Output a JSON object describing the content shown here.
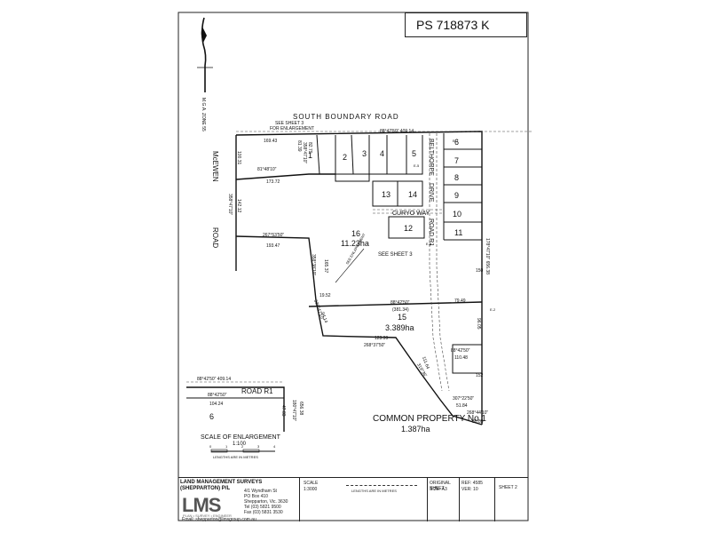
{
  "plan_number": "PS 718873 K",
  "north": {
    "mga_label": "M.G.A. ZONE 55"
  },
  "roads": {
    "south_boundary": "SOUTH      BOUNDARY      ROAD",
    "mcewen_a": "McEWEN",
    "mcewen_b": "ROAD",
    "belthorpe": "BELTHORPE",
    "drive": "DRIVE",
    "road_r1": "ROAD R1",
    "curyo_way": "CURYO WAY",
    "road_r1_enl": "ROAD R1"
  },
  "notes": {
    "see_sheet_3_enl": "SEE SHEET 3",
    "for_enlargement": "FOR ENLARGEMENT",
    "see_sheet_3": "SEE SHEET 3",
    "see_enlargement": "SEE ENLARGEMENT"
  },
  "lots": {
    "l1": "1",
    "l2": "2",
    "l3": "3",
    "l4": "4",
    "l5": "5",
    "l6": "6",
    "l7": "7",
    "l8": "8",
    "l9": "9",
    "l10": "10",
    "l11": "11",
    "l12": "12",
    "l13": "13",
    "l14": "14",
    "l15": "15",
    "l15_area": "3.389ha",
    "l16": "16",
    "l16_area": "11.23ha",
    "l6_enl": "6"
  },
  "common_property": {
    "label": "COMMON PROPERTY No.1",
    "area": "1.387ha"
  },
  "dimensions": {
    "d_top": "88°42'50\"  409.14",
    "d_16943": "169.43",
    "d_8139": "81.39",
    "d_8279": "82.79",
    "d_358": "358°47'10\"",
    "d_100": "100.31",
    "d_81": "81°48'10\"",
    "d_17372": "173.72",
    "d_358b": "358°47'10\"",
    "d_14212": "142.12",
    "d_267": "267°53'50\"",
    "d_19347": "193.47",
    "d_16537": "165.37",
    "d_358c": "358°38'10\"",
    "d_1952": "19.52",
    "d_8842": "88°42'50\"",
    "d_38134": "(381.34)",
    "d_338": "338°47'10\"",
    "d_9414": "94.14",
    "d_12399": "123.99",
    "d_268": "268°37'50\"",
    "d_8842b": "88°42'50\"",
    "d_11048": "110.48",
    "d_178": "178°47'10\"  656.38",
    "d_150": "150",
    "d_152": "152",
    "d_307": "307°22'50\"",
    "d_5184": "51.84",
    "d_26844": "268°44'10\"",
    "d_3009": "30.09",
    "d_11164": "111.64",
    "d_31936": "319°36'",
    "d_7649": "79.49",
    "d_9605": "96.05"
  },
  "easements": {
    "e1": "E-1",
    "e2": "E-2",
    "e3": "E-3",
    "e5": "E-5"
  },
  "enlargement": {
    "top_dim": "88°42'50\"  409.14",
    "bottom_dim": "88°42'50\"",
    "d_10424": "104.24",
    "d_180": "180°47'10\"",
    "d_656": "656.38",
    "d_4783": "47.83"
  },
  "scale_bar": {
    "title": "SCALE OF ENLARGEMENT",
    "ratio": "1:100",
    "ticks": [
      "0",
      "1",
      "2",
      "3",
      "4"
    ],
    "units": "LENGTHS ARE IN METRES",
    "main_units": "LENGTHS ARE IN METRES"
  },
  "title_block": {
    "firm": "LAND MANAGEMENT SURVEYS",
    "firm2": "(SHEPPARTON) P/L",
    "address1": "4/1 Wyndham St",
    "address2": "PO Box 410",
    "address3": "Shepparton, Vic. 3630",
    "phone": "Tel (03) 5821 9500",
    "fax": "Fax (03) 5831 3530",
    "email": "Email: shepparton@lmsgroup.com.au",
    "logo": "LMS",
    "logo_tag": "PLAN • SURVEY • ENGINEER",
    "scale_label": "SCALE",
    "scale_value": "1:3000",
    "original_sheet": "ORIGINAL SHEET",
    "size": "SIZE: A3",
    "ref": "REF: 4585",
    "ver": "VER: 10",
    "sheet": "SHEET 2"
  }
}
